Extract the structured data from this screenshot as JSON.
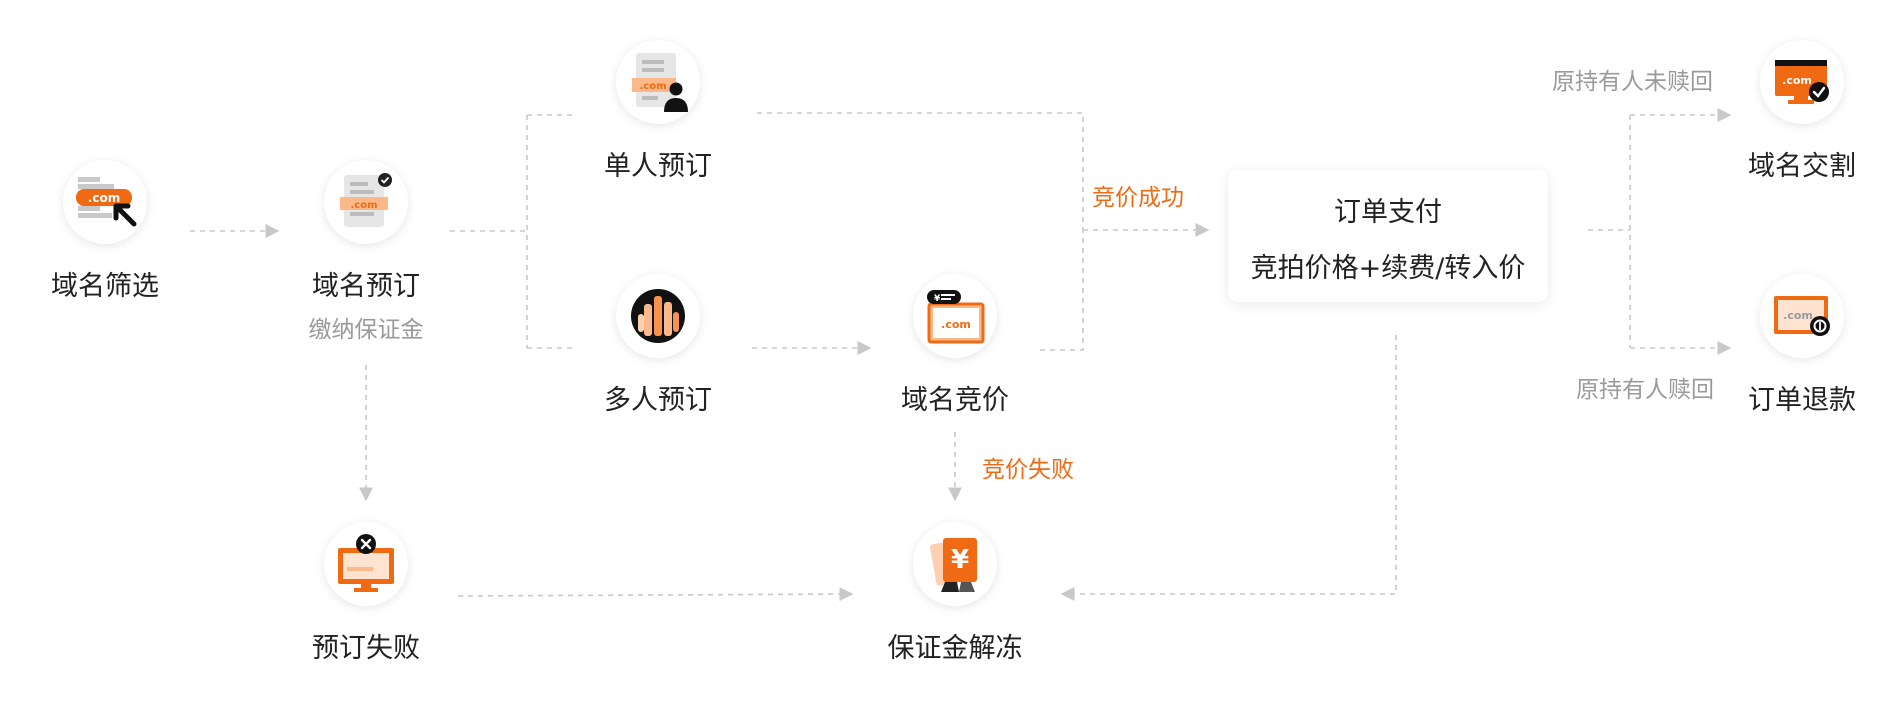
{
  "nodes": {
    "filter": {
      "label": "域名筛选"
    },
    "reserve": {
      "label": "域名预订",
      "sub": "缴纳保证金"
    },
    "single": {
      "label": "单人预订"
    },
    "multi": {
      "label": "多人预订"
    },
    "bidding": {
      "label": "域名竞价"
    },
    "failed": {
      "label": "预订失败"
    },
    "unfreeze": {
      "label": "保证金解冻"
    },
    "transfer": {
      "label": "域名交割"
    },
    "refund": {
      "label": "订单退款"
    }
  },
  "payment": {
    "title": "订单支付",
    "detail": "竞拍价格+续费/转入价"
  },
  "edge_labels": {
    "bid_success": "竞价成功",
    "bid_fail": "竞价失败",
    "holder_not_redeemed": "原持有人未赎回",
    "holder_redeemed": "原持有人赎回"
  },
  "icons": {
    "com_text": ".com",
    "yen_symbol": "¥"
  },
  "colors": {
    "accent": "#f06a14",
    "line": "#c8c8c8",
    "text": "#222222",
    "muted": "#9a9a9a"
  }
}
